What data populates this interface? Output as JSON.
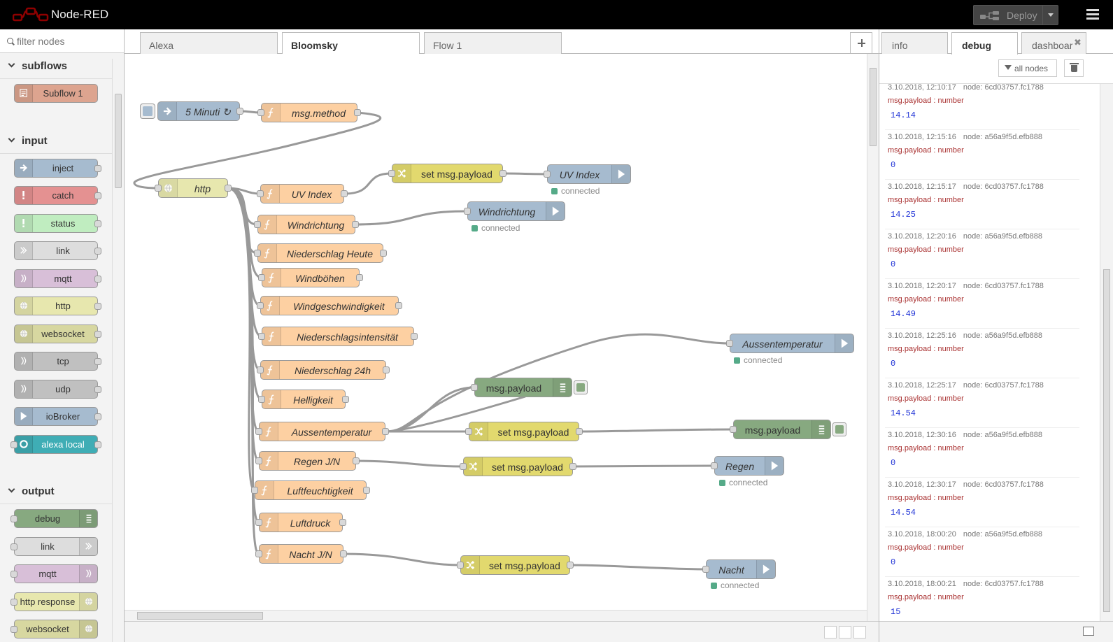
{
  "header": {
    "title": "Node-RED",
    "deploy_label": "Deploy"
  },
  "palette": {
    "search_placeholder": "filter nodes",
    "categories": [
      {
        "title": "subflows",
        "nodes": [
          {
            "label": "Subflow 1",
            "color": "#dda48f",
            "icon": "subflow-icon"
          }
        ]
      },
      {
        "title": "input",
        "nodes": [
          {
            "label": "inject",
            "color": "#a6bbcf",
            "icon": "arrow-in-icon"
          },
          {
            "label": "catch",
            "color": "#e49191",
            "icon": "alert-icon"
          },
          {
            "label": "status",
            "color": "#c0edc0",
            "icon": "alert-icon"
          },
          {
            "label": "link",
            "color": "#dddddd",
            "icon": "link-icon"
          },
          {
            "label": "mqtt",
            "color": "#d8bfd8",
            "icon": "bridge-icon"
          },
          {
            "label": "http",
            "color": "#e7e7ae",
            "icon": "globe-icon"
          },
          {
            "label": "websocket",
            "color": "#d7d7a0",
            "icon": "globe-icon"
          },
          {
            "label": "tcp",
            "color": "#c0c0c0",
            "icon": "bridge-icon"
          },
          {
            "label": "udp",
            "color": "#c0c0c0",
            "icon": "bridge-icon"
          },
          {
            "label": "ioBroker",
            "color": "#a6bbcf",
            "icon": "arrow-out-icon"
          },
          {
            "label": "alexa local",
            "color": "#3fadb5",
            "icon": "ring-icon"
          }
        ]
      },
      {
        "title": "output",
        "nodes": [
          {
            "label": "debug",
            "color": "#87a980",
            "icon": "list-icon"
          },
          {
            "label": "link",
            "color": "#dddddd",
            "icon": "link-icon"
          },
          {
            "label": "mqtt",
            "color": "#d8bfd8",
            "icon": "bridge-icon"
          },
          {
            "label": "http response",
            "color": "#e7e7ae",
            "icon": "globe-icon"
          },
          {
            "label": "websocket",
            "color": "#d7d7a0",
            "icon": "globe-icon"
          }
        ]
      }
    ]
  },
  "workspace": {
    "tabs": [
      "Alexa",
      "Bloomsky",
      "Flow 1"
    ],
    "active_tab": "Bloomsky",
    "colors": {
      "function": "#fdd0a2",
      "change": "#e2d96e",
      "debug": "#87a980",
      "iobroker": "#a6bbcf",
      "http": "#e7e7ae",
      "inject": "#a6bbcf",
      "wire": "#999999"
    },
    "nodes": {
      "inject": "5 Minuti ↻",
      "msg_method": "msg.method",
      "http": "http",
      "uv_index_fn": "UV Index",
      "windrichtung_fn": "Windrichtung",
      "niederschlag_heute": "Niederschlag Heute",
      "windboehen": "Windböhen",
      "windgeschwindigkeit": "Windgeschwindigkeit",
      "niederschlagsintensitaet": "Niederschlagsintensität",
      "niederschlag_24h": "Niederschlag 24h",
      "helligkeit": "Helligkeit",
      "aussentemperatur_fn": "Aussentemperatur",
      "regen_fn": "Regen J/N",
      "luftfeuchtigkeit": "Luftfeuchtigkeit",
      "luftdruck": "Luftdruck",
      "nacht_fn": "Nacht J/N",
      "set_payload": "set msg.payload",
      "uv_index_out": "UV Index",
      "windrichtung_out": "Windrichtung",
      "msg_payload": "msg.payload",
      "aussentemperatur_out": "Aussentemperatur",
      "regen_out": "Regen",
      "nacht_out": "Nacht"
    },
    "status_connected": "connected"
  },
  "sidebar": {
    "tabs": [
      "info",
      "debug",
      "dashboar"
    ],
    "active_tab": "debug",
    "filter_label": "all nodes",
    "messages": [
      {
        "time": "3.10.2018, 12:10:17",
        "node": "node: 6cd03757.fc1788",
        "type": "msg.payload : number",
        "value": "14.14"
      },
      {
        "time": "3.10.2018, 12:15:16",
        "node": "node: a56a9f5d.efb888",
        "type": "msg.payload : number",
        "value": "0"
      },
      {
        "time": "3.10.2018, 12:15:17",
        "node": "node: 6cd03757.fc1788",
        "type": "msg.payload : number",
        "value": "14.25"
      },
      {
        "time": "3.10.2018, 12:20:16",
        "node": "node: a56a9f5d.efb888",
        "type": "msg.payload : number",
        "value": "0"
      },
      {
        "time": "3.10.2018, 12:20:17",
        "node": "node: 6cd03757.fc1788",
        "type": "msg.payload : number",
        "value": "14.49"
      },
      {
        "time": "3.10.2018, 12:25:16",
        "node": "node: a56a9f5d.efb888",
        "type": "msg.payload : number",
        "value": "0"
      },
      {
        "time": "3.10.2018, 12:25:17",
        "node": "node: 6cd03757.fc1788",
        "type": "msg.payload : number",
        "value": "14.54"
      },
      {
        "time": "3.10.2018, 12:30:16",
        "node": "node: a56a9f5d.efb888",
        "type": "msg.payload : number",
        "value": "0"
      },
      {
        "time": "3.10.2018, 12:30:17",
        "node": "node: 6cd03757.fc1788",
        "type": "msg.payload : number",
        "value": "14.54"
      },
      {
        "time": "3.10.2018, 18:00:20",
        "node": "node: a56a9f5d.efb888",
        "type": "msg.payload : number",
        "value": "0"
      },
      {
        "time": "3.10.2018, 18:00:21",
        "node": "node: 6cd03757.fc1788",
        "type": "msg.payload : number",
        "value": "15"
      }
    ]
  }
}
